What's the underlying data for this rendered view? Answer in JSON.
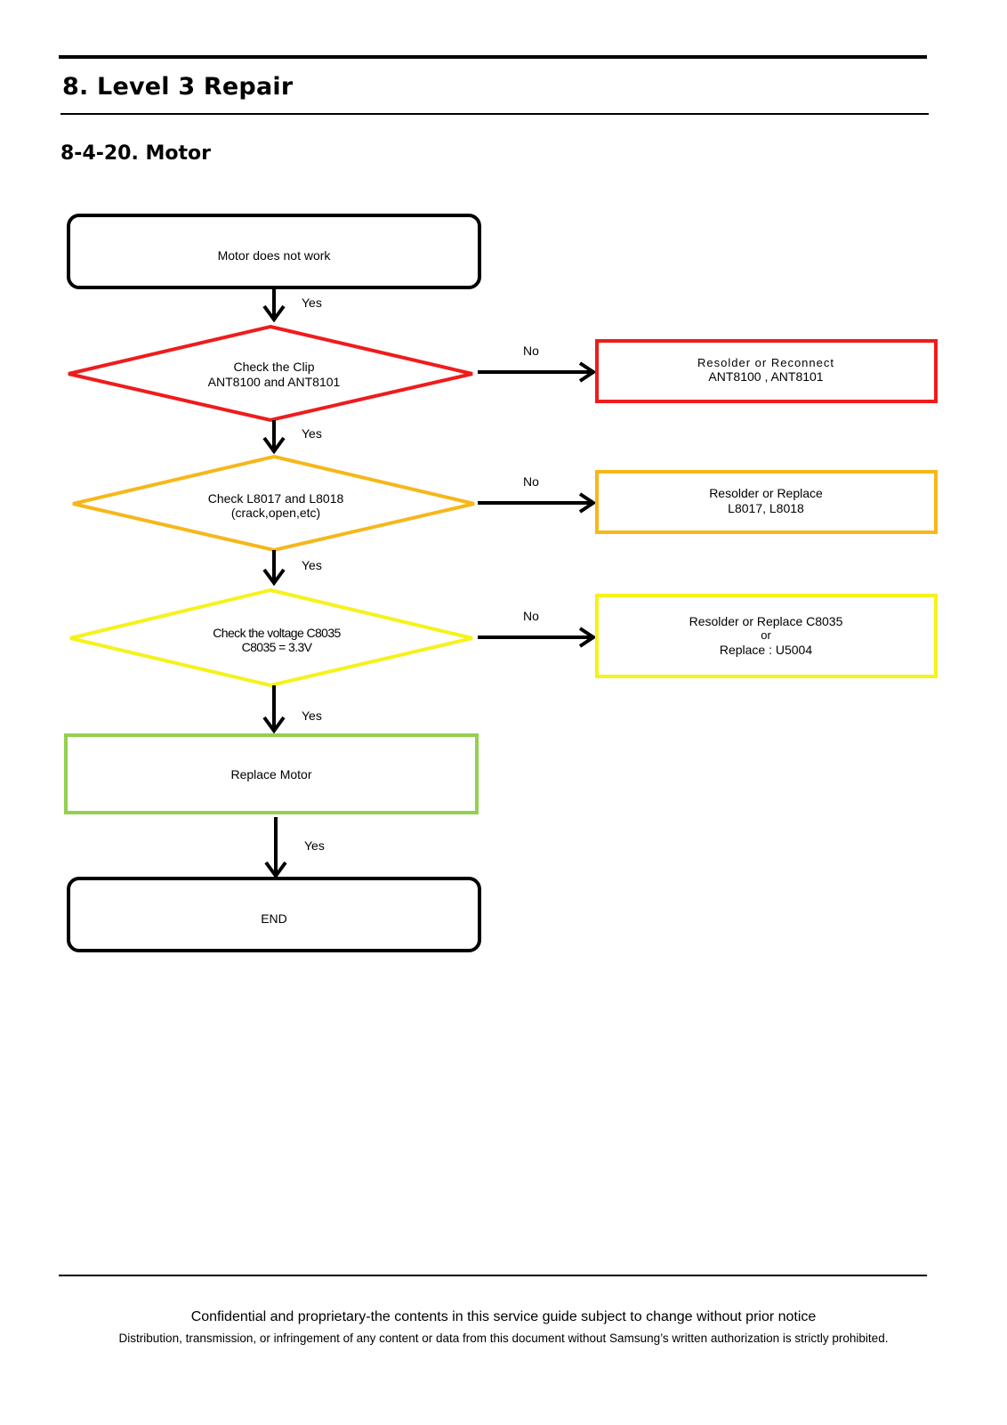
{
  "header": {
    "chapter_title": "8. Level 3 Repair",
    "section_title": "8-4-20. Motor"
  },
  "colors": {
    "red": "#ee1c1c",
    "orange": "#f6b71b",
    "yellow": "#f6f21b",
    "green": "#92d050",
    "black": "#000000"
  },
  "flowchart": {
    "start": {
      "label": "Motor does not work"
    },
    "decision1": {
      "lines": [
        "Check the Clip",
        "ANT8100 and ANT8101"
      ]
    },
    "decision2": {
      "lines": [
        "Check L8017 and L8018",
        "(crack,open,etc)"
      ]
    },
    "decision3": {
      "lines": [
        "Check the voltage C8035",
        "C8035 = 3.3V"
      ]
    },
    "action1": {
      "lines": [
        "Resolder or Reconnect",
        "ANT8100 , ANT8101"
      ]
    },
    "action2": {
      "lines": [
        "Resolder or Replace",
        "L8017, L8018"
      ]
    },
    "action3": {
      "lines": [
        "Resolder or Replace C8035",
        "or",
        "Replace : U5004"
      ]
    },
    "replace": {
      "label": "Replace Motor"
    },
    "end": {
      "label": "END"
    },
    "yes_label": "Yes",
    "no_label": "No"
  },
  "footer": {
    "line1": "Confidential and proprietary-the contents in this service guide subject to change without prior notice",
    "line2": "Distribution, transmission, or infringement of any content or data from this document without Samsung’s written authorization is strictly prohibited."
  }
}
